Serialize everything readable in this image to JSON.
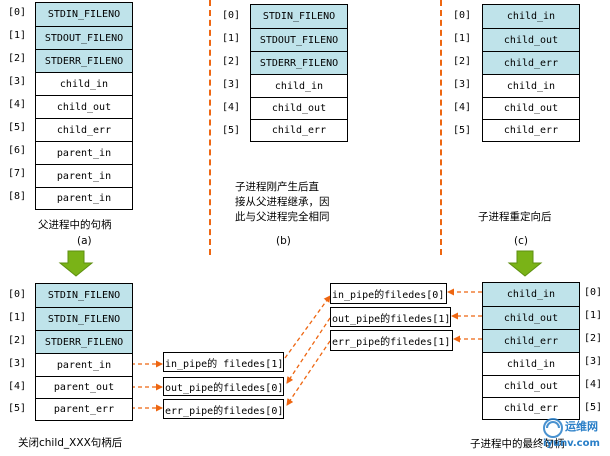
{
  "diagram": {
    "table_a": {
      "indices": [
        "[0]",
        "[1]",
        "[2]",
        "[3]",
        "[4]",
        "[5]",
        "[6]",
        "[7]",
        "[8]"
      ],
      "cells": [
        "STDIN_FILENO",
        "STDOUT_FILENO",
        "STDERR_FILENO",
        "child_in",
        "child_out",
        "child_err",
        "parent_in",
        "parent_in",
        "parent_in"
      ]
    },
    "table_b": {
      "indices": [
        "[0]",
        "[1]",
        "[2]",
        "[3]",
        "[4]",
        "[5]"
      ],
      "cells": [
        "STDIN_FILENO",
        "STDOUT_FILENO",
        "STDERR_FILENO",
        "child_in",
        "child_out",
        "child_err"
      ]
    },
    "table_c": {
      "indices": [
        "[0]",
        "[1]",
        "[2]",
        "[3]",
        "[4]",
        "[5]"
      ],
      "cells": [
        "child_in",
        "child_out",
        "child_err",
        "child_in",
        "child_out",
        "child_err"
      ]
    },
    "table_d": {
      "indices": [
        "[0]",
        "[1]",
        "[2]",
        "[3]",
        "[4]",
        "[5]"
      ],
      "cells": [
        "STDIN_FILENO",
        "STDIN_FILENO",
        "STDERR_FILENO",
        "parent_in",
        "parent_out",
        "parent_err"
      ]
    },
    "table_e": {
      "indices": [
        "[0]",
        "[1]",
        "[2]",
        "[3]",
        "[4]",
        "[5]"
      ],
      "cells": [
        "child_in",
        "child_out",
        "child_err",
        "child_in",
        "child_out",
        "child_err"
      ]
    },
    "captions": {
      "a_title": "父进程中的句柄",
      "a_label": "(a)",
      "b_line1": "子进程刚产生后直",
      "b_line2": "接从父进程继承，因",
      "b_line3": "此与父进程完全相同",
      "b_label": "(b)",
      "c_title": "子进程重定向后",
      "c_label": "(c)",
      "bottom_left": "关闭child_XXX句柄后",
      "bottom_right": "子进程中的最终句柄"
    },
    "pipes_left": [
      "in_pipe的 filedes[1]",
      "out_pipe的filedes[0]",
      "err_pipe的filedes[0]"
    ],
    "pipes_right": [
      "in_pipe的filedes[0]",
      "out_pipe的filedes[1]",
      "err_pipe的filedes[1]"
    ],
    "watermark": {
      "line1": "运维网",
      "line2": "iyunv.com"
    },
    "colors": {
      "highlight": "#bfe3ea",
      "dash": "#ee6611",
      "arrow_green": "#7ab317"
    }
  }
}
